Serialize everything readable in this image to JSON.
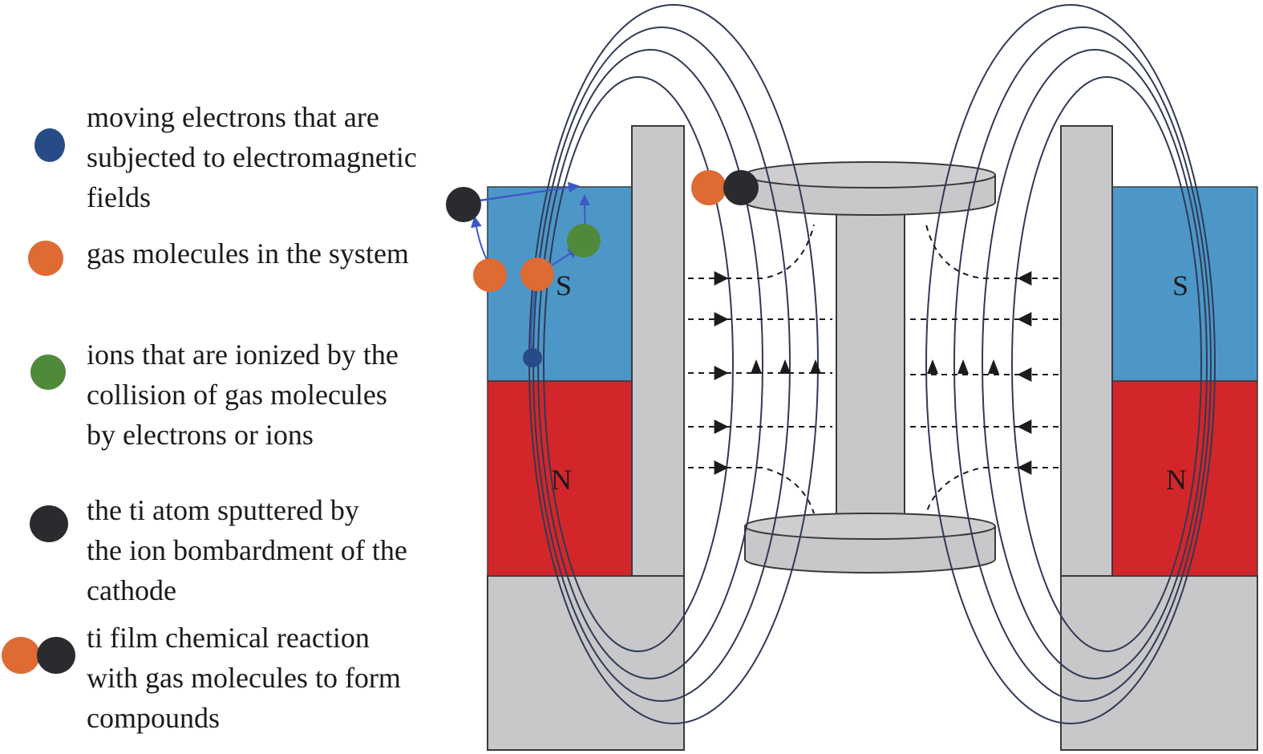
{
  "legend": [
    {
      "id": "electron",
      "lines": [
        "moving electrons that are",
        "subjected to electromagnetic",
        "fields"
      ]
    },
    {
      "id": "gas",
      "lines": [
        "gas molecules in the system"
      ]
    },
    {
      "id": "ion",
      "lines": [
        "ions that are ionized by the",
        "collision of gas molecules",
        "by electrons or ions"
      ]
    },
    {
      "id": "ti-atom",
      "lines": [
        "the ti atom sputtered by",
        "the ion bombardment of the",
        "cathode"
      ]
    },
    {
      "id": "compound",
      "lines": [
        "ti film chemical reaction",
        "with gas molecules to form",
        "compounds"
      ]
    }
  ],
  "magnets": {
    "left": {
      "south": "S",
      "north": "N"
    },
    "right": {
      "south": "S",
      "north": "N"
    }
  },
  "colors": {
    "electron": "#274b86",
    "gas": "#de6a34",
    "ion": "#4f8a3a",
    "ti_atom": "#2b2b2f",
    "south_pole": "#4d97c8",
    "north_pole": "#d3262a",
    "cathode": "#c8c7c9",
    "field_line": "#2f3a55",
    "trajectory": "#3d59c4"
  }
}
